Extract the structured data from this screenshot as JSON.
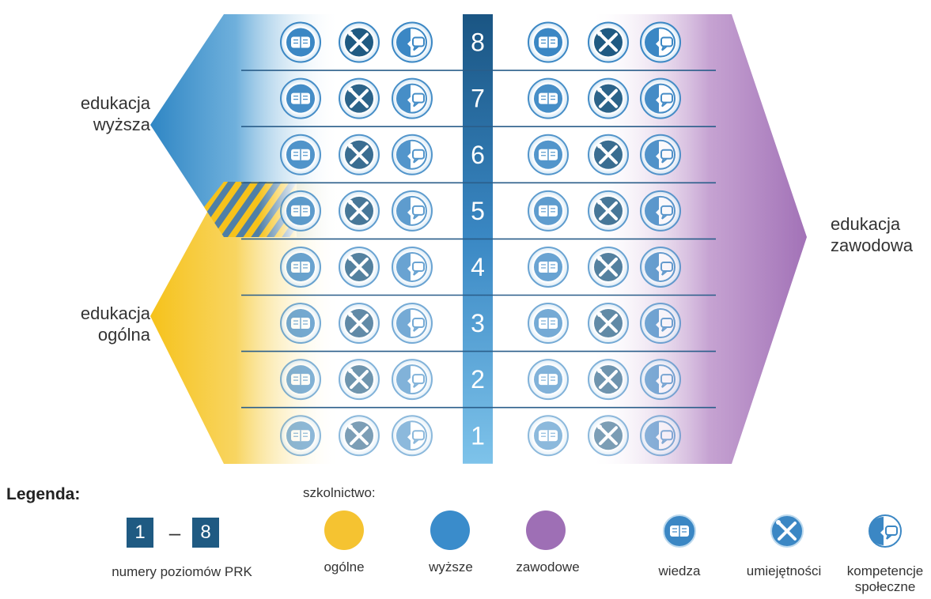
{
  "levels": [
    "1",
    "2",
    "3",
    "4",
    "5",
    "6",
    "7",
    "8"
  ],
  "labels": {
    "higher": [
      "edukacja",
      "wyższa"
    ],
    "general": [
      "edukacja",
      "ogólna"
    ],
    "vocational": [
      "edukacja",
      "zawodowa"
    ]
  },
  "icons_per_row": [
    "book-icon",
    "tools-icon",
    "head-speech-icon"
  ],
  "colors": {
    "general": "#f5c331",
    "higher": "#3a8ccb",
    "vocational": "#9e6fb5",
    "level_column_top": "#1a5583",
    "level_column_bottom": "#7ec3ea"
  },
  "legend": {
    "title": "Legenda:",
    "levels_min": "1",
    "levels_dash": "–",
    "levels_max": "8",
    "levels_text": "numery poziomów PRK",
    "schooling_label": "szkolnictwo:",
    "general": "ogólne",
    "higher": "wyższe",
    "vocational": "zawodowe",
    "knowledge": "wiedza",
    "skills": "umiejętności",
    "social_line1": "kompetencje",
    "social_line2": "społeczne"
  }
}
